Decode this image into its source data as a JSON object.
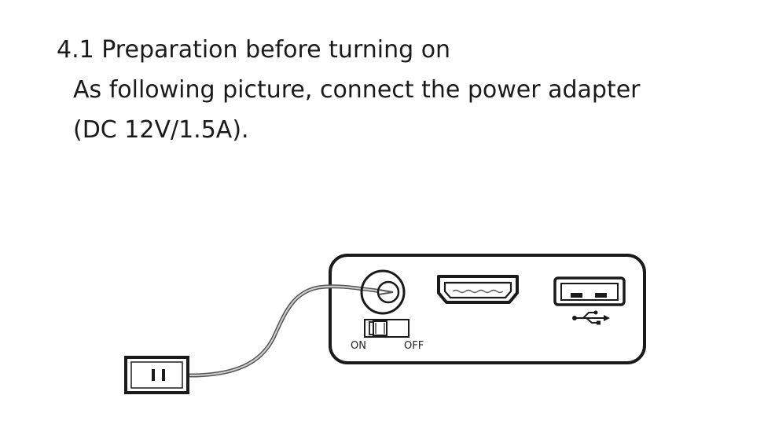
{
  "section": {
    "heading": "4.1 Preparation before turning on",
    "body_line_1": "As following picture, connect the power adapter",
    "body_line_2": "(DC 12V/1.5A)."
  },
  "figure": {
    "switch_on_label": "ON",
    "switch_off_label": "OFF",
    "icons": [
      "dc-power-jack-icon",
      "power-switch-icon",
      "hdmi-port-icon",
      "usb-port-icon",
      "usb-symbol-icon",
      "wall-outlet-icon",
      "power-cable-icon"
    ]
  }
}
